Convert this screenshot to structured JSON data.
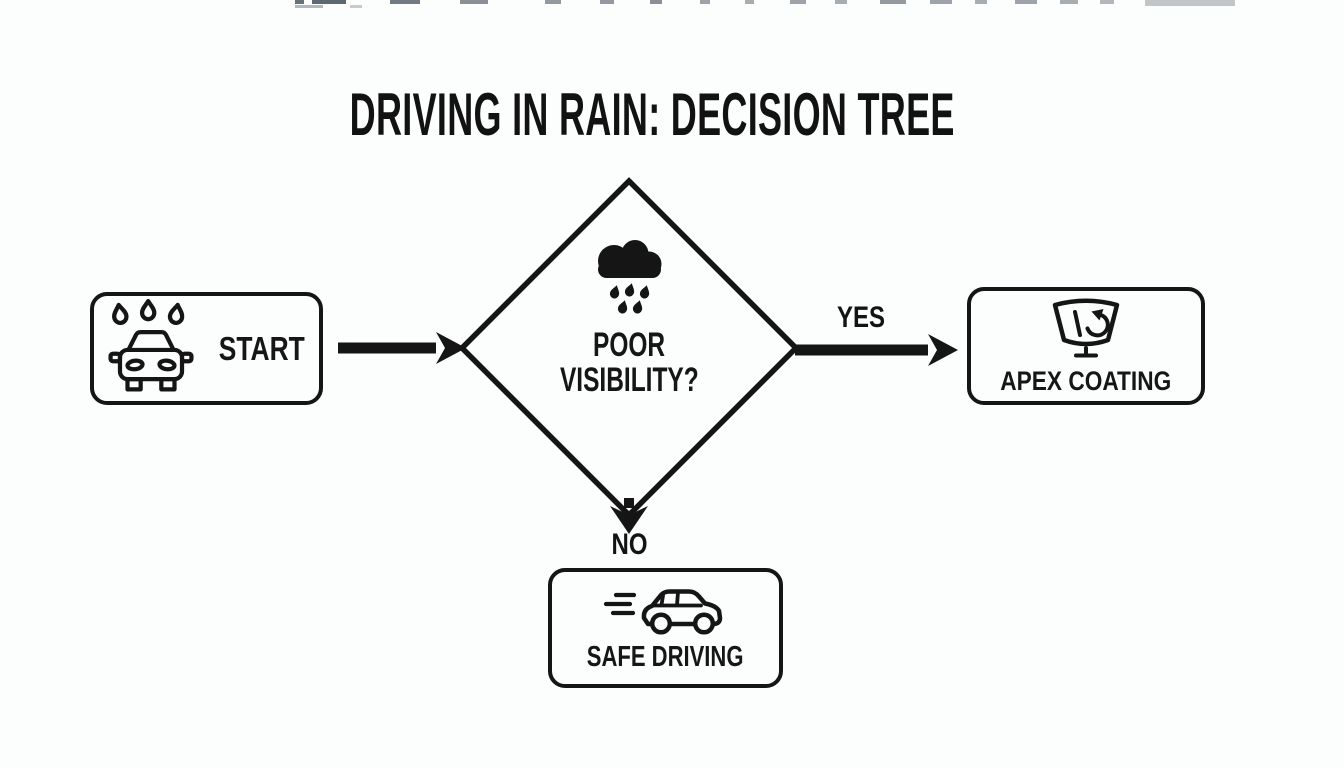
{
  "title": "DRIVING IN RAIN: DECISION TREE",
  "nodes": {
    "start": {
      "label": "START",
      "icon": "car-front-rain-icon"
    },
    "decision": {
      "line1": "POOR",
      "line2": "VISIBILITY?",
      "icon": "rain-cloud-icon"
    },
    "apex": {
      "label": "APEX COATING",
      "icon": "windshield-coating-icon"
    },
    "safe": {
      "label": "SAFE DRIVING",
      "icon": "car-side-motion-icon"
    }
  },
  "edges": {
    "yes": {
      "label": "YES"
    },
    "no": {
      "label": "NO"
    }
  },
  "colors": {
    "ink": "#151515",
    "background": "#fcfdfd"
  }
}
